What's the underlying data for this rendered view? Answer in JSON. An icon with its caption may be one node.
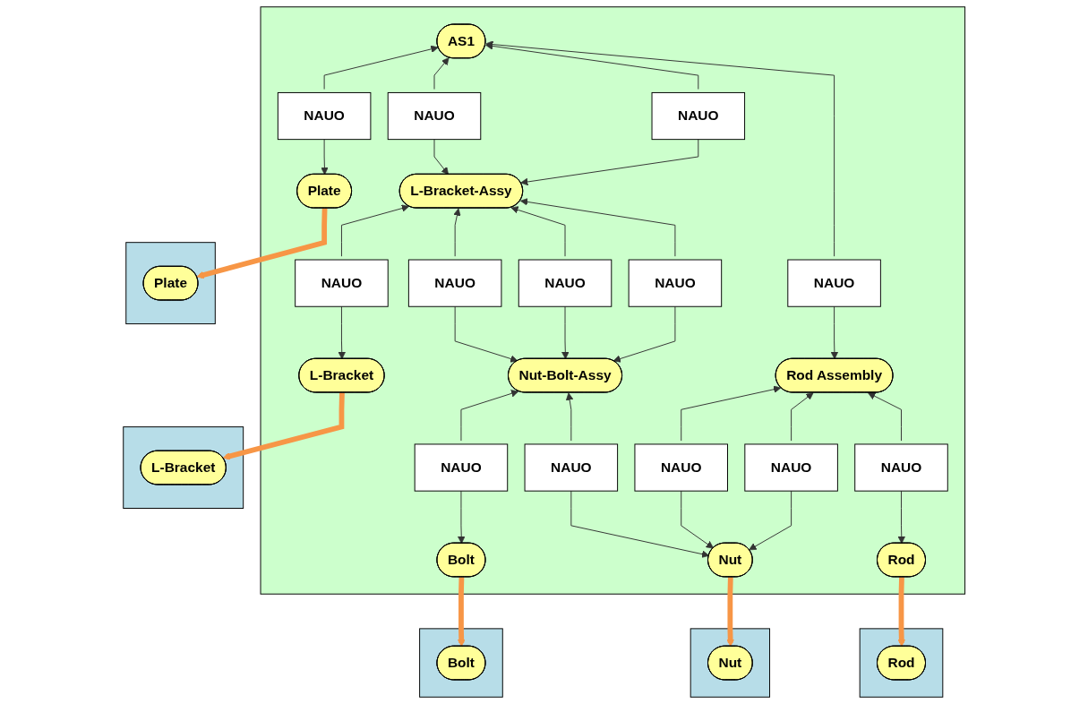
{
  "diagram": {
    "nodes": [
      {
        "text": [],
        "shape": "box"
      },
      {
        "text": [
          "AS1"
        ],
        "in": 0
      },
      {
        "text": [
          "NAUO"
        ],
        "in": 0
      },
      {
        "text": [
          "NAUO"
        ],
        "in": 0
      },
      {
        "text": [
          "NAUO"
        ],
        "in": 0
      },
      {
        "text": [
          "NAUO"
        ],
        "in": 0
      },
      {
        "text": [
          "L-Bracket-Assy"
        ],
        "in": 0
      },
      {
        "text": [
          "Plate"
        ],
        "in": 0
      },
      {
        "text": [
          "Rod Assembly"
        ],
        "in": 0
      },
      {
        "text": [
          "NAUO"
        ],
        "in": 0
      },
      {
        "text": [
          "NAUO"
        ],
        "in": 0
      },
      {
        "text": [
          "NAUO"
        ],
        "in": 0
      },
      {
        "text": [
          "NAUO"
        ],
        "in": 0
      },
      {
        "text": [
          "NAUO"
        ],
        "in": 0
      },
      {
        "text": [
          "NAUO"
        ],
        "in": 0
      },
      {
        "text": [
          "NAUO"
        ],
        "in": 0
      },
      {
        "text": [
          "L-Bracket"
        ],
        "in": 0
      },
      {
        "text": [
          "Nut-Bolt-Assy"
        ],
        "in": 0
      },
      {
        "text": [
          "Rod"
        ],
        "in": 0
      },
      {
        "text": [
          "NAUO"
        ],
        "in": 0
      },
      {
        "text": [
          "NAUO"
        ],
        "in": 0
      },
      {
        "text": [
          "Bolt"
        ],
        "in": 0
      },
      {
        "text": [
          "Nut"
        ],
        "in": 0
      },
      {
        "text": [],
        "shape": "box"
      },
      {
        "text": [
          "L-Bracket"
        ],
        "in": 23
      },
      {
        "text": [],
        "shape": "box"
      },
      {
        "text": [
          "Bolt"
        ],
        "in": 25
      },
      {
        "text": [],
        "shape": "box"
      },
      {
        "text": [
          "Plate"
        ],
        "in": 27
      },
      {
        "text": [],
        "shape": "box"
      },
      {
        "text": [
          "Nut"
        ],
        "in": 29
      },
      {
        "text": [],
        "shape": "box"
      },
      {
        "text": [
          "Rod"
        ],
        "in": 31
      }
    ],
    "edges": [
      {
        "from": 2,
        "to": 1,
        "arrow": "to"
      },
      {
        "from": 2,
        "to": 6,
        "arrow": "to"
      },
      {
        "from": 3,
        "to": 1,
        "arrow": "to"
      },
      {
        "from": 3,
        "to": 6,
        "arrow": "to"
      },
      {
        "from": 4,
        "to": 1,
        "arrow": "to"
      },
      {
        "from": 4,
        "to": 7,
        "arrow": "to"
      },
      {
        "from": 5,
        "to": 1,
        "arrow": "to"
      },
      {
        "from": 5,
        "to": 8,
        "arrow": "to"
      },
      {
        "from": 9,
        "to": 6,
        "arrow": "to"
      },
      {
        "from": 9,
        "to": 16,
        "arrow": "to"
      },
      {
        "from": 10,
        "to": 6,
        "arrow": "to"
      },
      {
        "from": 10,
        "to": 17,
        "arrow": "to"
      },
      {
        "from": 11,
        "to": 6,
        "arrow": "to"
      },
      {
        "from": 11,
        "to": 17,
        "arrow": "to"
      },
      {
        "from": 12,
        "to": 6,
        "arrow": "to"
      },
      {
        "from": 12,
        "to": 17,
        "arrow": "to"
      },
      {
        "from": 13,
        "to": 8,
        "arrow": "to"
      },
      {
        "from": 13,
        "to": 22,
        "arrow": "to"
      },
      {
        "from": 14,
        "to": 8,
        "arrow": "to"
      },
      {
        "from": 14,
        "to": 22,
        "arrow": "to"
      },
      {
        "from": 15,
        "to": 8,
        "arrow": "to"
      },
      {
        "from": 15,
        "to": 18,
        "arrow": "to"
      },
      {
        "from": 19,
        "to": 17,
        "arrow": "to"
      },
      {
        "from": 19,
        "to": 21,
        "arrow": "to"
      },
      {
        "from": 20,
        "to": 17,
        "arrow": "to"
      },
      {
        "from": 20,
        "to": 22,
        "arrow": "to"
      },
      {
        "from": 16,
        "to": 24,
        "arrow": "to",
        "style": "thick",
        "color": "#f79646"
      },
      {
        "from": 21,
        "to": 26,
        "arrow": "to",
        "style": "thick",
        "color": "#f79646"
      },
      {
        "from": 7,
        "to": 28,
        "arrow": "to",
        "style": "thick",
        "color": "#f79646"
      },
      {
        "from": 22,
        "to": 30,
        "arrow": "to",
        "style": "thick",
        "color": "#f79646"
      },
      {
        "from": 18,
        "to": 32,
        "arrow": "to",
        "style": "thick",
        "color": "#f79646"
      }
    ]
  }
}
